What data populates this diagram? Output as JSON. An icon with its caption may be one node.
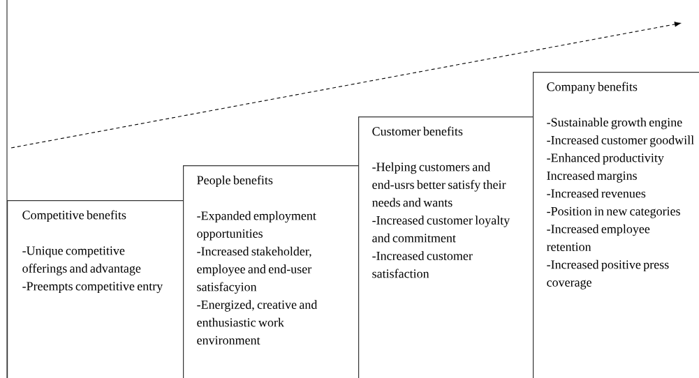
{
  "diagram": {
    "nodes": [
      {
        "text": [
          "Competitive benefits",
          "-Unique competitive offerings and advantage",
          "-Preempts competitive entry"
        ]
      },
      {
        "text": [
          "People benefits",
          "-Expanded employment opportunities",
          "-Increased stakeholder, employee and end-user satisfacyion",
          "-Energized, creative and enthusiastic work environment"
        ]
      },
      {
        "text": [
          "Customer benefits",
          "-Helping customers and end-usrs better satisfy their needs and wants",
          "-Increased customer loyalty and commitment",
          "-Increased customer satisfaction"
        ]
      },
      {
        "text": [
          "Company benefits",
          "-Sustainable growth engine",
          "-Increased customer goodwill",
          "-Enhanced productivity",
          "Increased margins",
          "-Increased revenues",
          "-Position in new categories",
          "-Increased employee retention",
          "-Increased positive press coverage"
        ]
      }
    ]
  }
}
